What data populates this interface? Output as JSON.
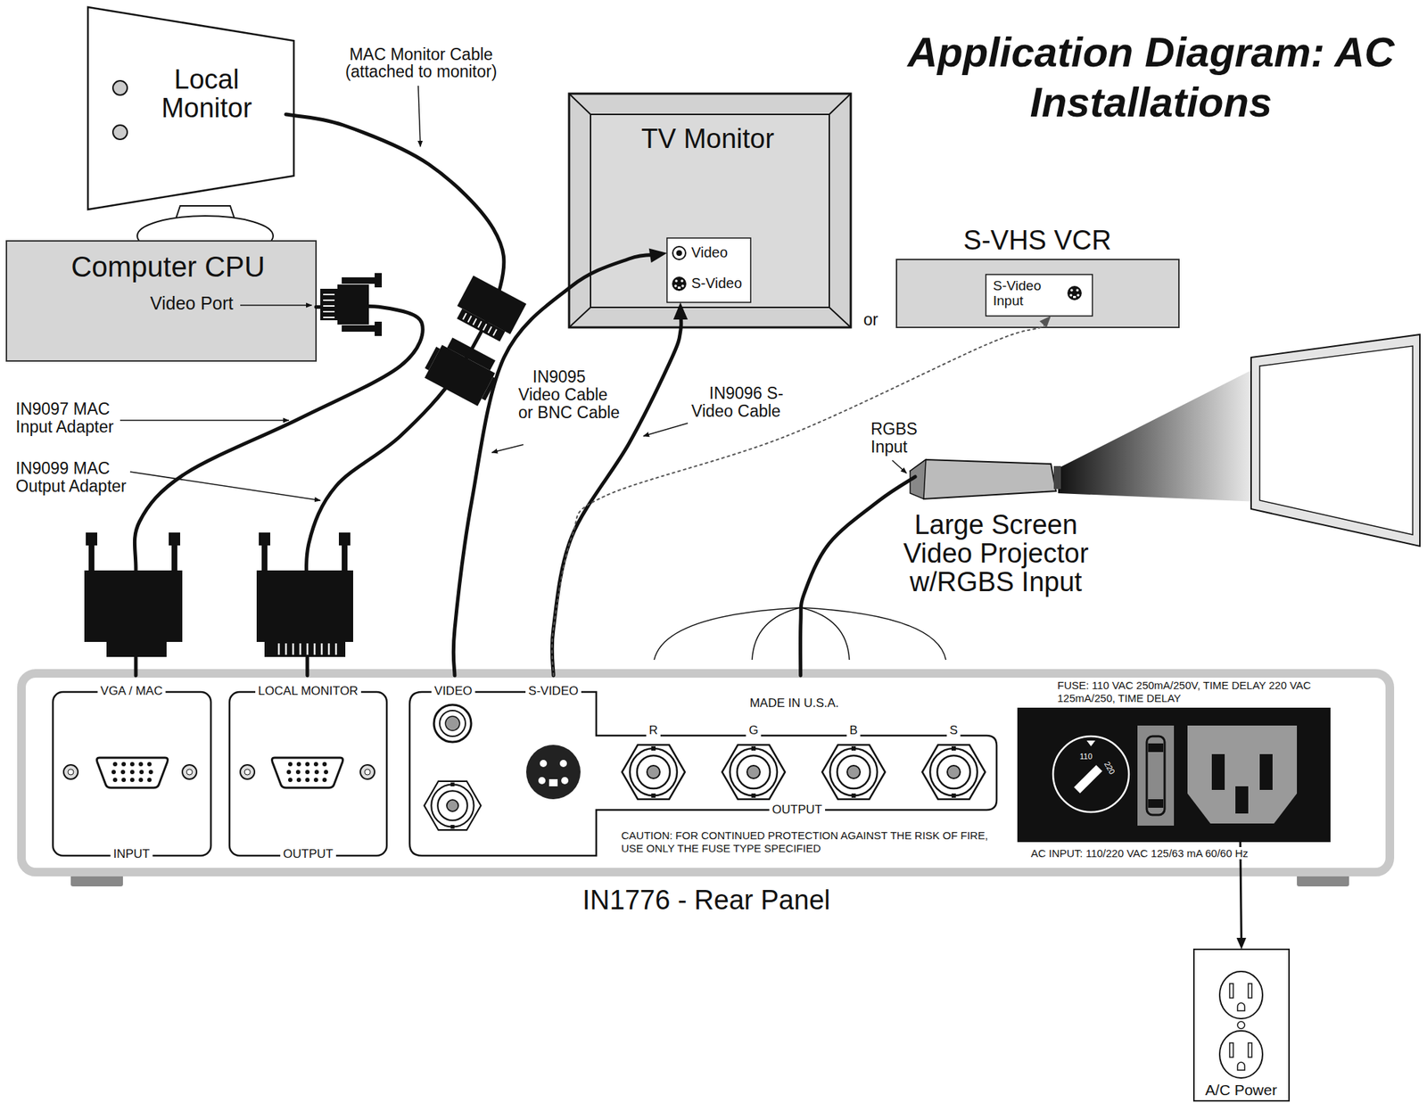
{
  "diagram": {
    "title": "Application Diagram: AC Installations",
    "nodes": [
      {
        "text": [
          "Local Monitor"
        ]
      },
      {
        "text": [
          "Computer CPU",
          "Video Port"
        ]
      },
      {
        "text": [
          "TV Monitor"
        ]
      },
      {
        "text": [
          "Video",
          "S-Video"
        ],
        "in": 2
      },
      {
        "text": [
          "S-VHS VCR"
        ]
      },
      {
        "text": [
          "S-Video Input"
        ],
        "in": 4
      },
      {
        "text": [
          "RGBS Input",
          "Large Screen Video Projector w/RGBS Input"
        ]
      },
      {
        "text": [
          "IN1776 - Rear Panel"
        ]
      },
      {
        "text": [
          "VGA / MAC",
          "INPUT"
        ],
        "in": 7
      },
      {
        "text": [
          "LOCAL MONITOR",
          "OUTPUT"
        ],
        "in": 7
      },
      {
        "text": [
          "VIDEO",
          "S-VIDEO",
          "OUTPUT"
        ],
        "in": 7
      },
      {
        "text": [
          "FUSE: 110 VAC 250mA/250V, TIME DELAY 220 VAC 125mA/250, TIME DELAY",
          "AC INPUT: 110/220 VAC 125/63 mA 60/60 Hz"
        ],
        "in": 7
      },
      {
        "text": [
          "A/C Power"
        ]
      }
    ],
    "edges": [
      {
        "from": 1,
        "to": 8,
        "arrow": "none"
      },
      {
        "from": 0,
        "to": 9,
        "arrow": "none"
      },
      {
        "from": 10,
        "to": 3,
        "arrow": "to"
      },
      {
        "from": 10,
        "to": 3,
        "arrow": "to"
      },
      {
        "from": 10,
        "to": 5,
        "arrow": "to"
      },
      {
        "from": 10,
        "to": 6,
        "arrow": "none"
      },
      {
        "from": 11,
        "to": 12,
        "arrow": "to"
      }
    ],
    "labels": [
      "MAC Monitor Cable (attached to monitor)",
      "IN9097 MAC Input Adapter",
      "IN9099 MAC Output Adapter",
      "IN9095 Video Cable or BNC Cable",
      "IN9096 S-Video Cable",
      "or",
      "R",
      "G",
      "B",
      "S",
      "MADE IN U.S.A.",
      "CAUTION: FOR CONTINUED PROTECTION AGAINST THE RISK OF FIRE, USE ONLY THE FUSE TYPE SPECIFIED",
      "110",
      "220"
    ]
  }
}
